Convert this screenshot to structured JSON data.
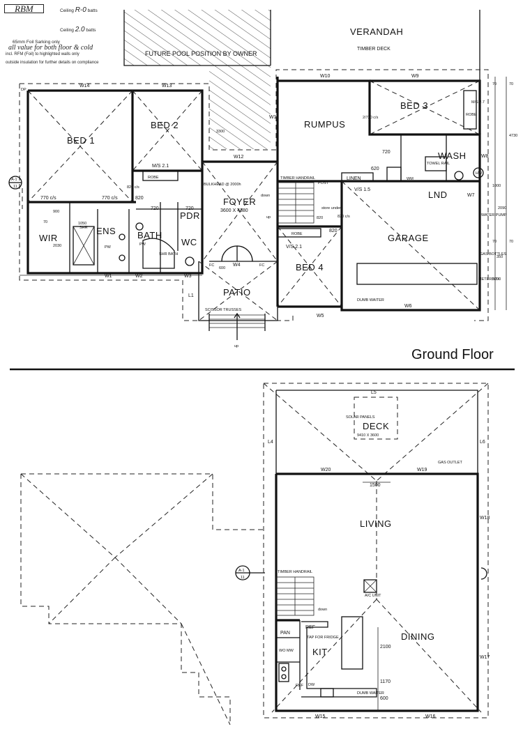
{
  "notes": {
    "box_text": "RBM",
    "ceiling1_label": "Ceiling",
    "ceiling1_value": "R-0",
    "ceiling1_unit": "batts",
    "ceiling2_label": "Ceiling",
    "ceiling2_value": "2.0",
    "ceiling2_unit": "batts",
    "line1": "65mm Foil Sarking only",
    "line2": "incl. RFM (Foil) to highlighted walls only",
    "line3": "outside insulation for further details on compliance",
    "handwriting": "all value for both floor & cold"
  },
  "ground_floor": {
    "title": "Ground Floor",
    "pool_note": "FUTURE POOL POSITION BY OWNER",
    "verandah": "VERANDAH",
    "timber_deck": "TIMBER DECK",
    "rooms": {
      "bed1": "BED 1",
      "bed2": "BED 2",
      "bed3": "BED 3",
      "bed4": "BED 4",
      "rumpus": "RUMPUS",
      "foyer": "FOYER",
      "foyer_size": "3600 X 4380",
      "garage": "GARAGE",
      "wash": "WASH",
      "lnd": "LND",
      "linen": "LINEN",
      "ens": "ENS",
      "bath": "BATH",
      "pdr": "PDR",
      "wc": "WC",
      "wir": "WIR",
      "patio": "PATIO",
      "robe1": "ROBE",
      "robe2": "ROBE",
      "robe3": "ROBE"
    },
    "labels": {
      "w14": "W14",
      "w13": "W13",
      "w12": "W12",
      "w11": "W11",
      "w10": "W10",
      "w9": "W9",
      "w8": "W8",
      "w7": "W7",
      "w6": "W6",
      "w5": "W5",
      "w4": "W4",
      "w3": "W3",
      "w2": "W2",
      "w1": "W1",
      "ms21": "M/S 2.1",
      "ms27": "M/S 2.7",
      "vs15": "V/S 1.5",
      "vs21": "V/S 2.1",
      "c770a": "770 c/s",
      "c770b": "770 c/s",
      "c820": "820 c/s",
      "c720": "2/720 c/s",
      "c820b": "820 c/s",
      "d720a": "720",
      "d720b": "720",
      "d720c": "720",
      "d820a": "820",
      "d820b": "820",
      "d620": "620",
      "d820c": "820",
      "timber_handrail": "TIMBER HANDRAIL",
      "post": "POST",
      "down": "down",
      "up1": "up",
      "up2": "up",
      "store_under": "store under",
      "shr_bath": "SHR BATH",
      "shr": "SHR",
      "fc1": "FC",
      "fc2": "FC",
      "s600": "600",
      "l1": "L1",
      "scissor": "SCISSOR TRUSSES",
      "bulkhead": "BULKHEAD @ 2000h",
      "d3300": "3300",
      "towel": "TOWEL RAIL",
      "wm": "WM",
      "dumb": "DUMB WAITER",
      "water_pump": "WATER PUMP",
      "gas_bottles": "GAS BOTTLES",
      "hw": "HW",
      "meterbox": "METERBOX",
      "d4730": "4730",
      "d70a": "70",
      "d70b": "70",
      "d70c": "70",
      "d70d": "70",
      "d1000": "1000",
      "d2090": "2090",
      "d3200": "3200",
      "d350": "350",
      "section": "A-1",
      "section_no": "11",
      "d900": "900",
      "d2030": "2030",
      "d1050": "1050",
      "d70e": "70",
      "pw1": "PW",
      "pw2": "PW",
      "dp": "DP"
    }
  },
  "upper_floor": {
    "rooms": {
      "deck": "DECK",
      "deck_size": "9410 X 3600",
      "living": "LIVING",
      "dining": "DINING",
      "kit": "KIT",
      "pan": "PAN",
      "ref": "REF",
      "wo_mw": "WO MW"
    },
    "labels": {
      "l5": "L5",
      "l4": "L4",
      "l6": "L6",
      "w20": "W20",
      "w19": "W19",
      "w18": "W18",
      "w17": "W17",
      "w16": "W16",
      "w15": "W15",
      "gas_outlet": "GAS OUTLET",
      "solar_panels": "SOLAR PANELS",
      "d1500": "1500",
      "d2100": "2100",
      "d1170": "1170",
      "d600": "600",
      "ac_unit": "A/C UNIT",
      "timber_handrail": "TIMBER HANDRAIL",
      "down": "down",
      "tap_fridge": "TAP FOR FRIDGE",
      "dw": "DW",
      "dumb": "DUMB WAITER",
      "section": "A-1",
      "section_no": "11",
      "fridge_short": "REF"
    }
  }
}
